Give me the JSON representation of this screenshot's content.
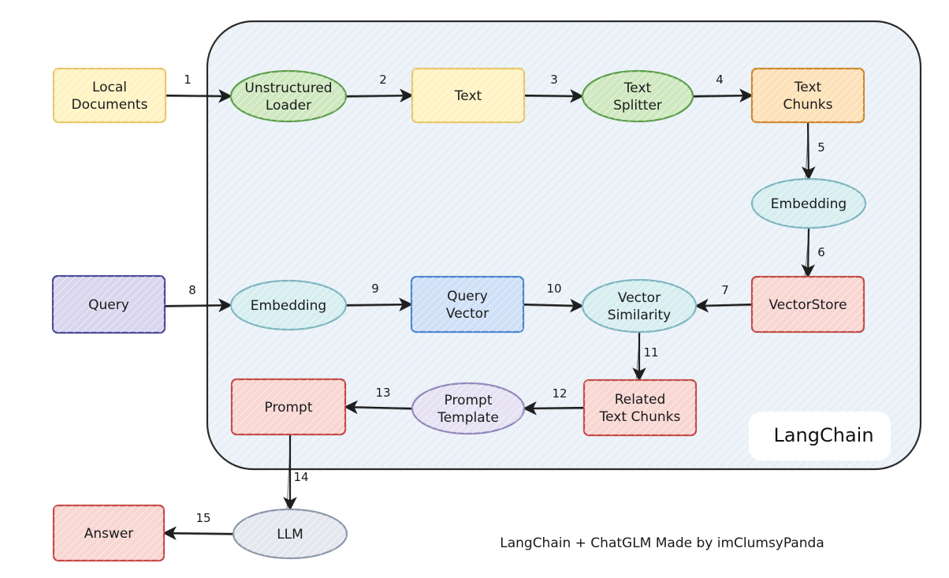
{
  "container": {
    "label": "LangChain",
    "fill_color": "#edf3f8"
  },
  "credit": "LangChain + ChatGLM Made by imClumsyPanda",
  "palette": {
    "yellow": {
      "fill": "#fff3c4",
      "stroke": "#e8c76a"
    },
    "green": {
      "fill": "#cfe8c0",
      "stroke": "#5c9e4a"
    },
    "orange": {
      "fill": "#fde1b8",
      "stroke": "#d0872e"
    },
    "teal": {
      "fill": "#d7eef0",
      "stroke": "#7cb5bf"
    },
    "red": {
      "fill": "#f8d6d2",
      "stroke": "#c44a45"
    },
    "purple": {
      "fill": "#d9d6ee",
      "stroke": "#4c4796"
    },
    "blue": {
      "fill": "#cfe0f7",
      "stroke": "#4c84cf"
    },
    "lavender": {
      "fill": "#e6e2f3",
      "stroke": "#8f86ba"
    },
    "gray": {
      "fill": "#e4e8ee",
      "stroke": "#8a96a8"
    }
  },
  "nodes": {
    "local_documents": {
      "lines": [
        "Local",
        "Documents"
      ],
      "shape": "rect",
      "color": "yellow"
    },
    "unstructured_loader": {
      "lines": [
        "Unstructured",
        "Loader"
      ],
      "shape": "ellipse",
      "color": "green"
    },
    "text": {
      "lines": [
        "Text"
      ],
      "shape": "rect",
      "color": "yellow"
    },
    "text_splitter": {
      "lines": [
        "Text",
        "Splitter"
      ],
      "shape": "ellipse",
      "color": "green"
    },
    "text_chunks": {
      "lines": [
        "Text",
        "Chunks"
      ],
      "shape": "rect",
      "color": "orange"
    },
    "embedding_doc": {
      "lines": [
        "Embedding"
      ],
      "shape": "ellipse",
      "color": "teal"
    },
    "vectorstore": {
      "lines": [
        "VectorStore"
      ],
      "shape": "rect",
      "color": "red"
    },
    "query": {
      "lines": [
        "Query"
      ],
      "shape": "rect",
      "color": "purple"
    },
    "embedding_query": {
      "lines": [
        "Embedding"
      ],
      "shape": "ellipse",
      "color": "teal"
    },
    "query_vector": {
      "lines": [
        "Query",
        "Vector"
      ],
      "shape": "rect",
      "color": "blue"
    },
    "vector_similarity": {
      "lines": [
        "Vector",
        "Similarity"
      ],
      "shape": "ellipse",
      "color": "teal"
    },
    "related_text_chunks": {
      "lines": [
        "Related",
        "Text Chunks"
      ],
      "shape": "rect",
      "color": "red"
    },
    "prompt_template": {
      "lines": [
        "Prompt",
        "Template"
      ],
      "shape": "ellipse",
      "color": "lavender"
    },
    "prompt": {
      "lines": [
        "Prompt"
      ],
      "shape": "rect",
      "color": "red"
    },
    "llm": {
      "lines": [
        "LLM"
      ],
      "shape": "ellipse",
      "color": "gray"
    },
    "answer": {
      "lines": [
        "Answer"
      ],
      "shape": "rect",
      "color": "red"
    }
  },
  "edges": [
    {
      "step": "1",
      "from": "local_documents",
      "to": "unstructured_loader"
    },
    {
      "step": "2",
      "from": "unstructured_loader",
      "to": "text"
    },
    {
      "step": "3",
      "from": "text",
      "to": "text_splitter"
    },
    {
      "step": "4",
      "from": "text_splitter",
      "to": "text_chunks"
    },
    {
      "step": "5",
      "from": "text_chunks",
      "to": "embedding_doc"
    },
    {
      "step": "6",
      "from": "embedding_doc",
      "to": "vectorstore"
    },
    {
      "step": "7",
      "from": "vectorstore",
      "to": "vector_similarity"
    },
    {
      "step": "8",
      "from": "query",
      "to": "embedding_query"
    },
    {
      "step": "9",
      "from": "embedding_query",
      "to": "query_vector"
    },
    {
      "step": "10",
      "from": "query_vector",
      "to": "vector_similarity"
    },
    {
      "step": "11",
      "from": "vector_similarity",
      "to": "related_text_chunks"
    },
    {
      "step": "12",
      "from": "related_text_chunks",
      "to": "prompt_template"
    },
    {
      "step": "13",
      "from": "prompt_template",
      "to": "prompt"
    },
    {
      "step": "14",
      "from": "prompt",
      "to": "llm"
    },
    {
      "step": "15",
      "from": "llm",
      "to": "answer"
    }
  ]
}
